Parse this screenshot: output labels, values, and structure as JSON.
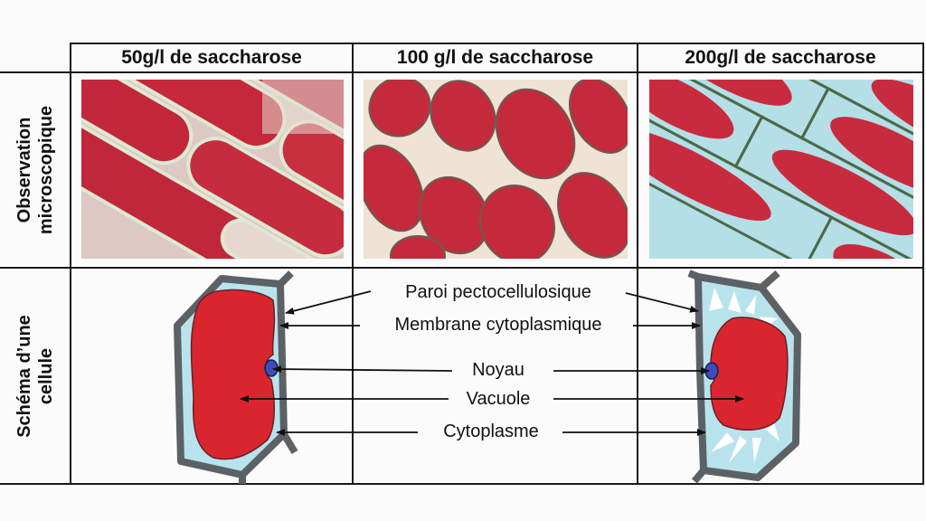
{
  "columns": [
    "50g/l de saccharose",
    "100 g/l de saccharose",
    "200g/l de saccharose"
  ],
  "rows": {
    "observation": [
      "Observation",
      "microscopique"
    ],
    "schema": [
      "Schéma d’une",
      "cellule"
    ]
  },
  "labels": {
    "paroi": "Paroi pectocellulosique",
    "membrane": "Membrane cytoplasmique",
    "noyau": "Noyau",
    "vacuole": "Vacuole",
    "cytoplasme": "Cytoplasme"
  },
  "colors": {
    "vacuole": "#d9262e",
    "cytoplasm": "#b9e3ec",
    "wall": "#5c6166",
    "nucleus": "#3f4cb5",
    "micro_cell": "#c4283a",
    "micro_wall_light": "#e9e0d6",
    "micro_background_blue": "#b7dfe6"
  }
}
